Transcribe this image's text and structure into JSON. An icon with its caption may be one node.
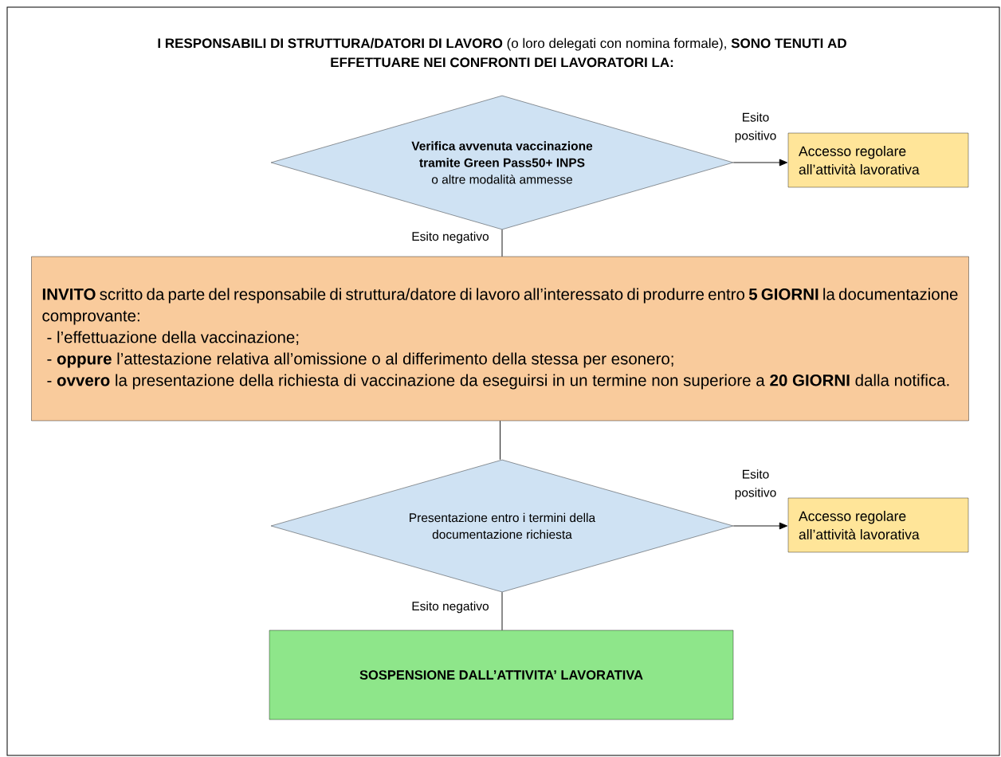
{
  "diagram": {
    "title": "**I RESPONSABILI DI STRUTTURA/DATORI DI LAVORO** (o loro delegati con nomina formale), **SONO TENUTI AD EFFETTUARE NEI CONFRONTI DEI LAVORATORI LA:**",
    "nodes": [
      {
        "text": [
          "Verifica avvenuta vaccinazione tramite Green Pass50+ INPS",
          "o altre modalità ammesse"
        ]
      },
      {
        "text": [
          "Accesso regolare all’attività lavorativa"
        ]
      },
      {
        "text": [
          "**INVITO** scritto da parte del responsabile di struttura/datore di lavoro all’interessato di produrre entro **5 GIORNI** la documentazione comprovante:",
          "- l’effettuazione della vaccinazione;",
          "- **oppure** l’attestazione relativa all’omissione o al differimento della stessa per esonero;",
          "- **ovvero** la presentazione della richiesta di vaccinazione da eseguirsi in un termine non superiore a **20 GIORNI** dalla notifica."
        ]
      },
      {
        "text": [
          "Presentazione entro i termini della documentazione richiesta"
        ]
      },
      {
        "text": [
          "Accesso regolare all’attività lavorativa"
        ]
      },
      {
        "text": [
          "SOSPENSIONE DALL’ATTIVITA’ LAVORATIVA"
        ]
      }
    ],
    "edges": [
      {
        "from": 0,
        "to": 1,
        "arrow": "to",
        "label": "Esito positivo"
      },
      {
        "from": 0,
        "to": 2,
        "arrow": "none",
        "label": "Esito negativo"
      },
      {
        "from": 2,
        "to": 3,
        "arrow": "none"
      },
      {
        "from": 3,
        "to": 4,
        "arrow": "to",
        "label": "Esito positivo"
      },
      {
        "from": 3,
        "to": 5,
        "arrow": "none",
        "label": "Esito negativo"
      }
    ]
  }
}
